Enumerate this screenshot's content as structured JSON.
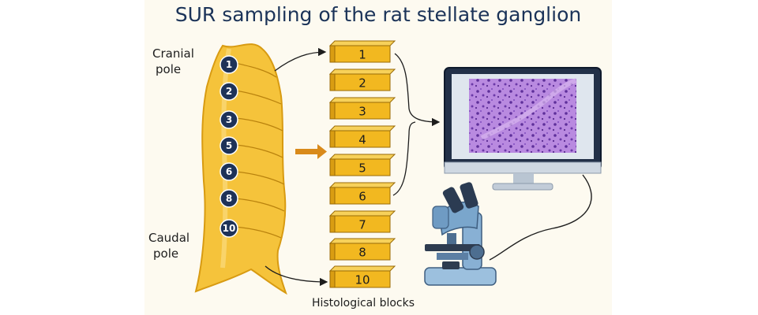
{
  "title": "SUR sampling of the rat stellate ganglion",
  "labels": {
    "cranial_line1": "Cranial",
    "cranial_line2": "pole",
    "caudal_line1": "Caudal",
    "caudal_line2": "pole",
    "blocks_caption": "Histological blocks"
  },
  "ganglion_sections": [
    "1",
    "2",
    "3",
    "5",
    "6",
    "8",
    "10"
  ],
  "blocks": [
    "1",
    "2",
    "3",
    "4",
    "5",
    "6",
    "7",
    "8",
    "10"
  ],
  "colors": {
    "ganglion": "#f5c33b",
    "block": "#f2b820",
    "marker": "#1e3258",
    "arrow": "#d98a1a",
    "tissue": "#b07ad8"
  },
  "icons": [
    "monitor-icon",
    "microscope-icon"
  ]
}
